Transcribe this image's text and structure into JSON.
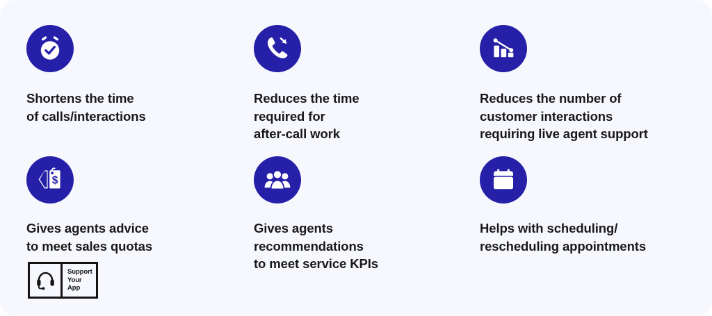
{
  "canvas": {
    "background_color": "#f7f8fd",
    "accent_color": "#2620a8",
    "text_color": "#191919",
    "corner_radius": "22px"
  },
  "features": [
    {
      "icon": "alarm-clock-check-icon",
      "text": "Shortens the time\nof calls/interactions"
    },
    {
      "icon": "incoming-call-icon",
      "text": "Reduces the time\nrequired for\nafter-call work"
    },
    {
      "icon": "declining-bar-chart-icon",
      "text": "Reduces the number of\ncustomer interactions\nrequiring live agent support"
    },
    {
      "icon": "price-tags-dollar-icon",
      "text": "Gives agents advice\nto meet sales quotas"
    },
    {
      "icon": "people-group-icon",
      "text": "Gives agents\nrecommendations\nto meet service KPIs"
    },
    {
      "icon": "calendar-icon",
      "text": "Helps with scheduling/\nrescheduling appointments"
    }
  ],
  "logo": {
    "icon": "headset-icon",
    "line1": "Support",
    "line2": "Your",
    "line3": "App"
  }
}
